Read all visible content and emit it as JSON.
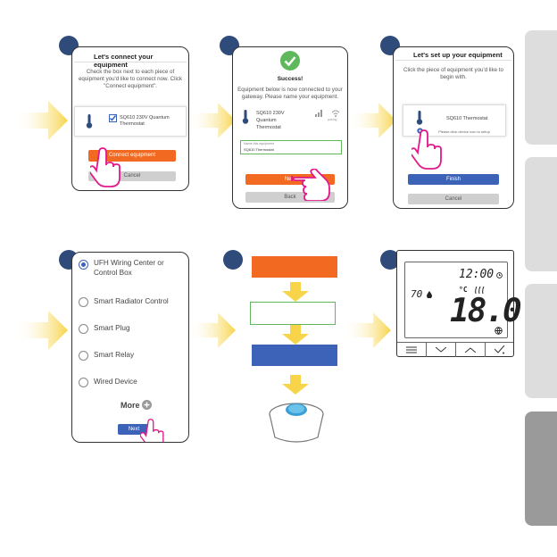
{
  "colors": {
    "orange": "#f26a21",
    "blue": "#3c63b8",
    "green": "#5fb85c",
    "arrow": "#f7d44a",
    "step": "#2f4b7a",
    "hand": "#e2198b"
  },
  "screen1": {
    "title": "Let's connect your equipment",
    "instruction": "Check the box next to each piece of equipment you'd like to connect now. Click \"Connect equipment\".",
    "device_name": "SQ610 230V Quantum Thermostat",
    "connect_button": "Connect equipment",
    "cancel_button": "Cancel"
  },
  "screen2": {
    "title": "Success!",
    "message": "Equipment below is now connected to your gateway. Please name your equipment.",
    "device_name": "SQ610 230V Quantum Thermostat",
    "signal_label": "pairing",
    "field_label": "Name this equipment",
    "field_value": "SQ610 Thermostat",
    "next_button": "Next",
    "back_button": "Back"
  },
  "screen3": {
    "title": "Let's set up your equipment",
    "instruction": "Click the piece of equipment you'd like to begin with.",
    "device_name": "SQ610 Thermostat",
    "setup_hint": "Please click device icon to setup",
    "finish_button": "Finish",
    "cancel_button": "Cancel"
  },
  "screen4": {
    "options": [
      "UFH Wiring Center or Control Box",
      "Smart Radiator Control",
      "Smart Plug",
      "Smart Relay",
      "Wired Device"
    ],
    "more_label": "More",
    "next_button": "Next"
  },
  "thermostat": {
    "time": "12:00",
    "humidity": "70",
    "temperature": "18.0",
    "unit": "°C",
    "buttons": [
      "menu-icon",
      "down-icon",
      "up-icon",
      "confirm-icon"
    ]
  }
}
